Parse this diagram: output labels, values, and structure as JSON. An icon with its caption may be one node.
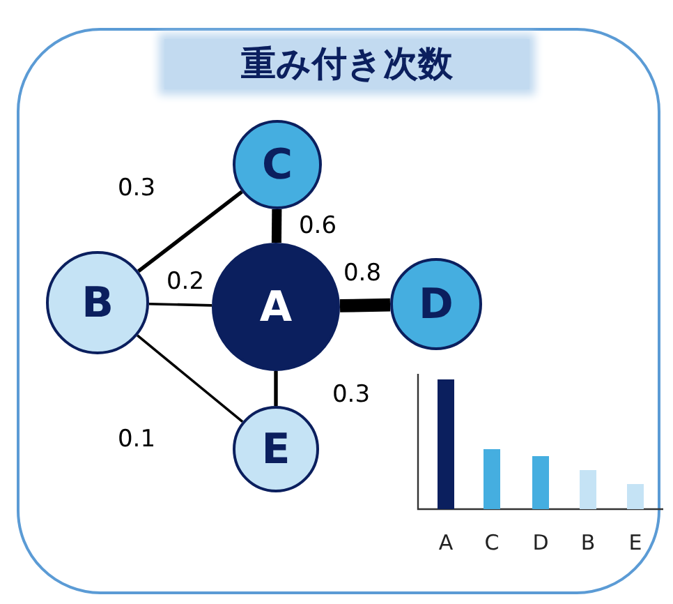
{
  "diagram": {
    "title": "重み付き次数",
    "nodes": [
      {
        "text": [
          "C"
        ]
      },
      {
        "text": [
          "B"
        ]
      },
      {
        "text": [
          "A"
        ]
      },
      {
        "text": [
          "D"
        ]
      },
      {
        "text": [
          "E"
        ]
      }
    ],
    "edges": [
      {
        "from": 1,
        "to": 0,
        "arrow": "none",
        "label": "0.3"
      },
      {
        "from": 2,
        "to": 0,
        "arrow": "none",
        "label": "0.6",
        "style": "thick"
      },
      {
        "from": 1,
        "to": 2,
        "arrow": "none",
        "label": "0.2"
      },
      {
        "from": 2,
        "to": 3,
        "arrow": "none",
        "label": "0.8",
        "style": "thick"
      },
      {
        "from": 2,
        "to": 4,
        "arrow": "none",
        "label": "0.3"
      },
      {
        "from": 1,
        "to": 4,
        "arrow": "none",
        "label": "0.1"
      }
    ],
    "labels": [
      "A",
      "C",
      "D",
      "B",
      "E"
    ]
  }
}
